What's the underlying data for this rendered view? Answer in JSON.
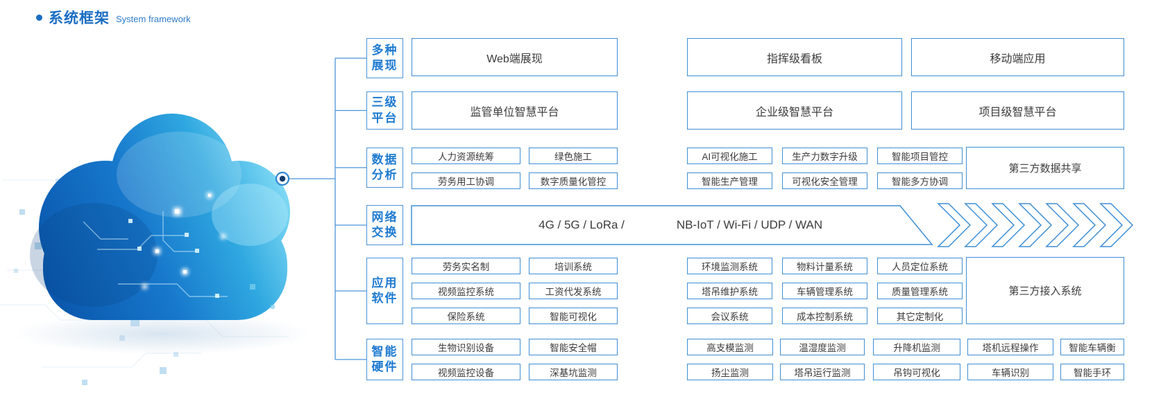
{
  "title": {
    "zh": "系统框架",
    "en": "System framework"
  },
  "colors": {
    "accent": "#1a6dc3",
    "box_border": "#3e8ed5",
    "line": "#4a94d9",
    "box_text": "#3c3c3c"
  },
  "icons": {
    "cloud": "cloud-icon",
    "node": "node-dot-icon",
    "chevrons": "chevron-arrows-icon"
  },
  "chevron_count": 7,
  "rows": [
    {
      "label": [
        "多种",
        "展现"
      ],
      "boxes": [
        "Web端展现",
        "指挥级看板",
        "移动端应用"
      ]
    },
    {
      "label": [
        "三级",
        "平台"
      ],
      "boxes": [
        "监管单位智慧平台",
        "企业级智慧平台",
        "项目级智慧平台"
      ]
    },
    {
      "label": [
        "数据",
        "分析"
      ],
      "left": [
        [
          "人力资源统筹",
          "绿色施工"
        ],
        [
          "劳务用工协调",
          "数字质量化管控"
        ]
      ],
      "mid": [
        [
          "AI可视化施工",
          "生产力数字升级",
          "智能项目管控"
        ],
        [
          "智能生产管理",
          "可视化安全管理",
          "智能多方协调"
        ]
      ],
      "right": "第三方数据共享"
    },
    {
      "label": [
        "网络",
        "交换"
      ],
      "net": {
        "left": "4G / 5G / LoRa /",
        "right": "NB-IoT / Wi-Fi / UDP / WAN"
      }
    },
    {
      "label": [
        "应用",
        "软件"
      ],
      "left": [
        [
          "劳务实名制",
          "培训系统"
        ],
        [
          "视频监控系统",
          "工资代发系统"
        ],
        [
          "保险系统",
          "智能可视化"
        ]
      ],
      "mid": [
        [
          "环境监测系统",
          "物料计量系统",
          "人员定位系统"
        ],
        [
          "塔吊维护系统",
          "车辆管理系统",
          "质量管理系统"
        ],
        [
          "会议系统",
          "成本控制系统",
          "其它定制化"
        ]
      ],
      "right": "第三方接入系统"
    },
    {
      "label": [
        "智能",
        "硬件"
      ],
      "left": [
        [
          "生物识别设备",
          "智能安全帽"
        ],
        [
          "视频监控设备",
          "深基坑监测"
        ]
      ],
      "grid": [
        [
          "高支模监测",
          "温湿度监测",
          "升降机监测",
          "塔机远程操作",
          "智能车辆衡"
        ],
        [
          "扬尘监测",
          "塔吊运行监测",
          "吊钩可视化",
          "车辆识别",
          "智能手环"
        ]
      ]
    }
  ]
}
